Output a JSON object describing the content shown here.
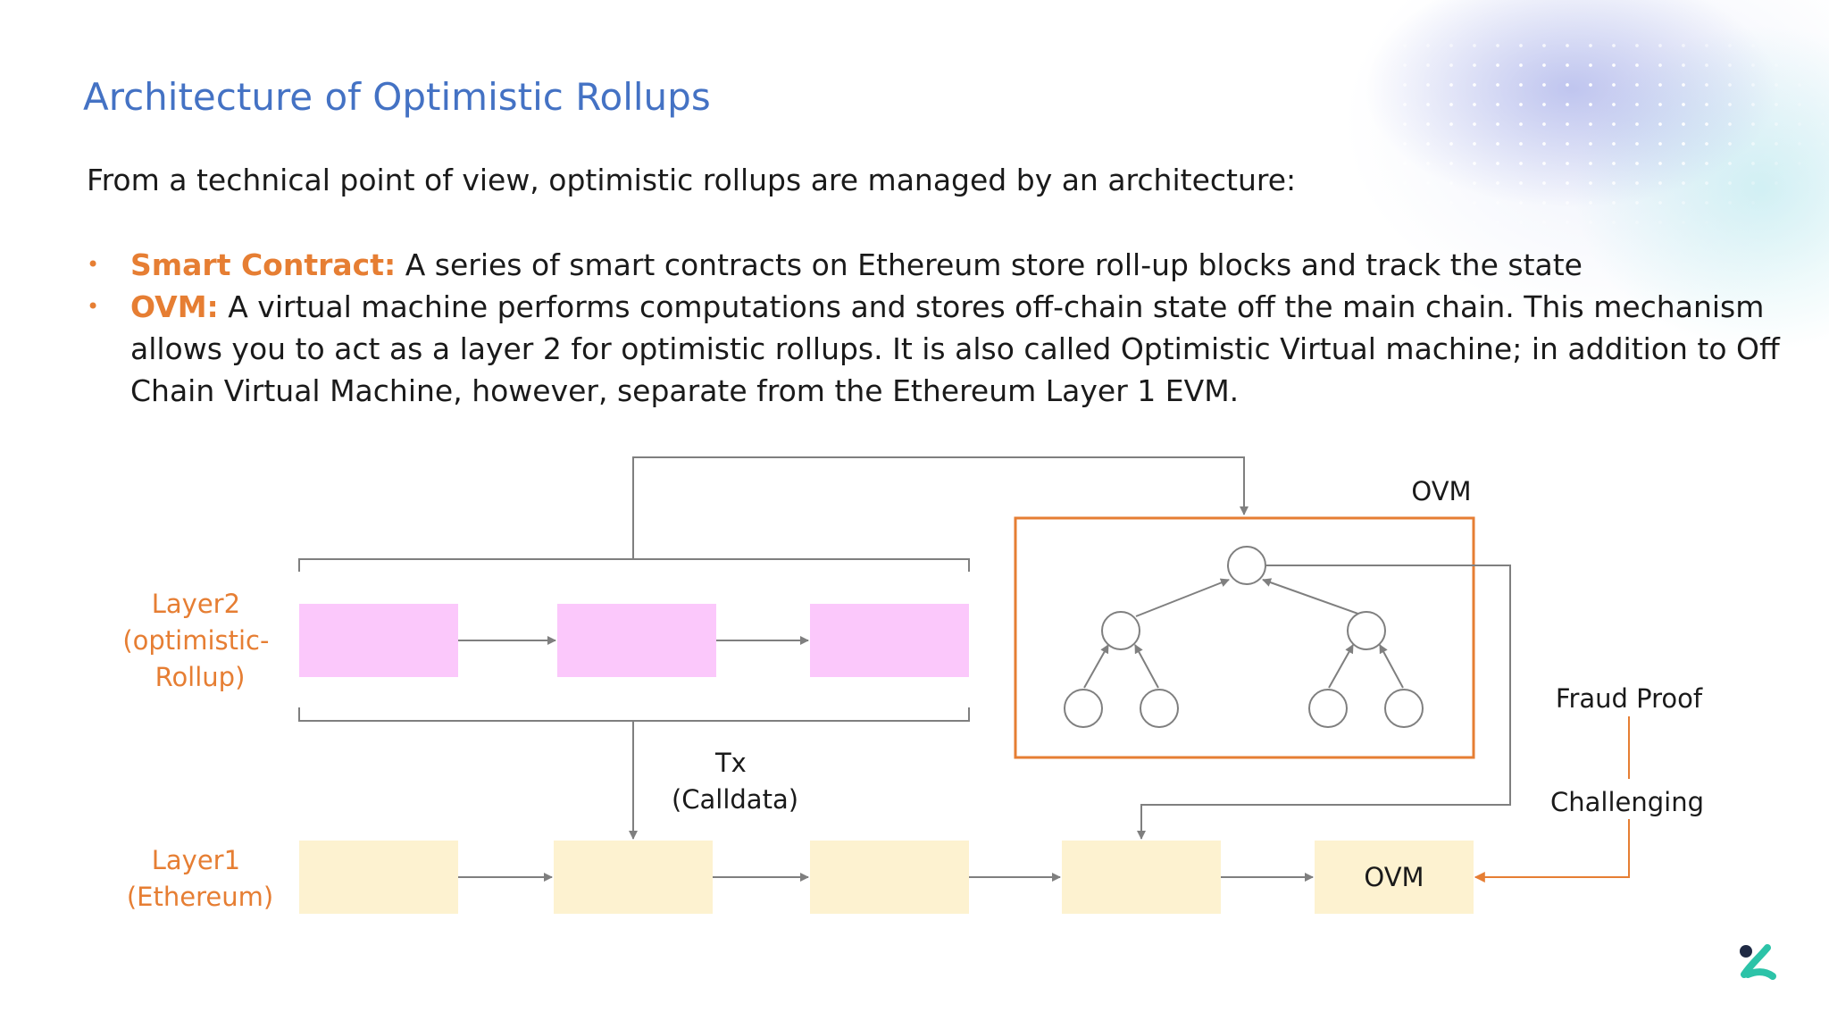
{
  "title": "Architecture of Optimistic Rollups",
  "intro": "From a technical point of view, optimistic rollups are managed by an architecture:",
  "bullets": [
    {
      "term": "Smart Contract:",
      "text": " A series of smart contracts on Ethereum store roll-up blocks and track the state"
    },
    {
      "term": "OVM:",
      "text": " A virtual machine performs computations and stores off-chain state off the main chain. This mechanism allows you to act as a layer 2 for optimistic rollups. It is also called Optimistic Virtual machine; in addition to Off Chain Virtual Machine, however, separate from the Ethereum Layer 1 EVM."
    }
  ],
  "diagram": {
    "layer2_label": [
      "Layer2",
      "(optimistic-",
      "Rollup)"
    ],
    "layer1_label": [
      "Layer1",
      "(Ethereum)"
    ],
    "ovm_box_label": "OVM",
    "tx_label": [
      "Tx",
      "(Calldata)"
    ],
    "fraud_proof_label": "Fraud Proof",
    "challenging_label": "Challenging",
    "ovm_block_label": "OVM"
  },
  "colors": {
    "title": "#4472c4",
    "accent": "#e67e33",
    "layer2_block": "#fbc8fb",
    "layer1_block": "#fdf2d0",
    "connector": "#7f7f7f"
  },
  "icons": {
    "logo": "brand-logo-icon"
  }
}
